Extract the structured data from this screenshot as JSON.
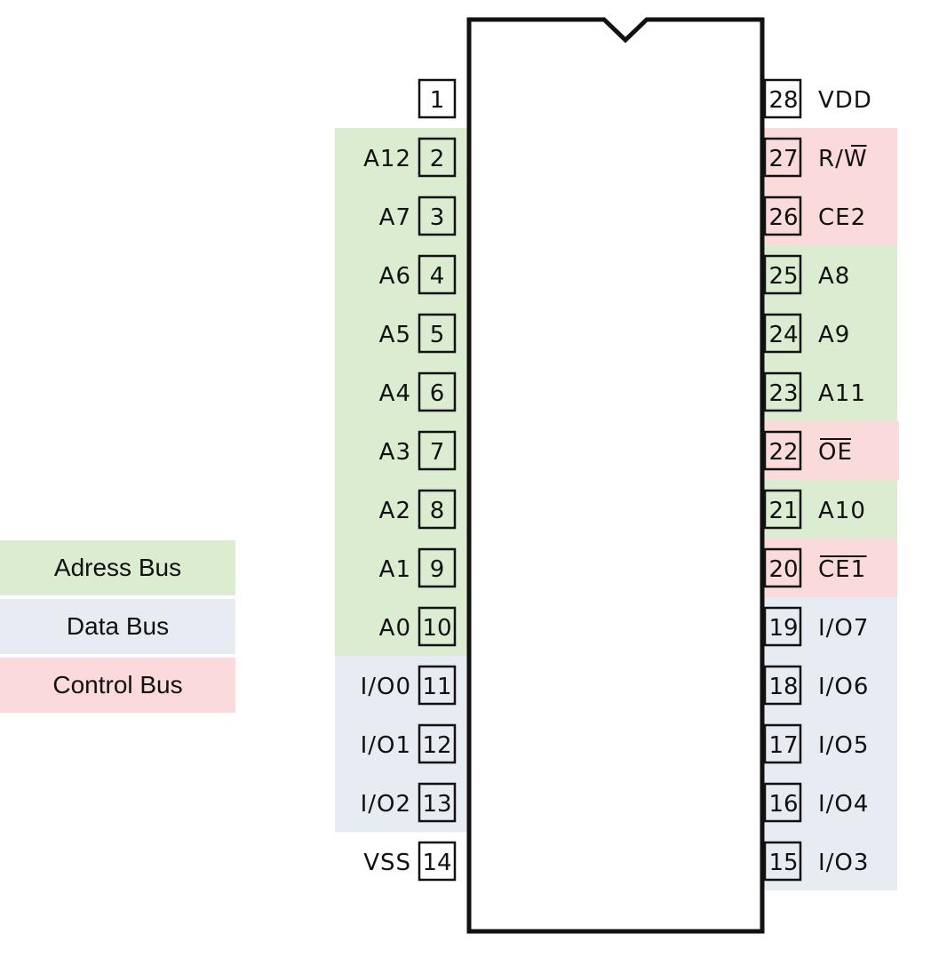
{
  "colors": {
    "address": "#dbecd0",
    "data": "#e7ecf3",
    "control": "#fadada",
    "outline": "#111111"
  },
  "legend": [
    {
      "label": "Adress Bus",
      "bus": "address"
    },
    {
      "label": "Data Bus",
      "bus": "data"
    },
    {
      "label": "Control Bus",
      "bus": "control"
    }
  ],
  "pins_left": [
    {
      "num": "1",
      "label": "",
      "bus": ""
    },
    {
      "num": "2",
      "label": "A12",
      "bus": "address"
    },
    {
      "num": "3",
      "label": "A7",
      "bus": "address"
    },
    {
      "num": "4",
      "label": "A6",
      "bus": "address"
    },
    {
      "num": "5",
      "label": "A5",
      "bus": "address"
    },
    {
      "num": "6",
      "label": "A4",
      "bus": "address"
    },
    {
      "num": "7",
      "label": "A3",
      "bus": "address"
    },
    {
      "num": "8",
      "label": "A2",
      "bus": "address"
    },
    {
      "num": "9",
      "label": "A1",
      "bus": "address"
    },
    {
      "num": "10",
      "label": "A0",
      "bus": "address"
    },
    {
      "num": "11",
      "label": "I/O0",
      "bus": "data"
    },
    {
      "num": "12",
      "label": "I/O1",
      "bus": "data"
    },
    {
      "num": "13",
      "label": "I/O2",
      "bus": "data"
    },
    {
      "num": "14",
      "label": "VSS",
      "bus": ""
    }
  ],
  "pins_right": [
    {
      "num": "28",
      "label": "VDD",
      "bus": ""
    },
    {
      "num": "27",
      "label": "R/W",
      "bus": "control",
      "overline": "W"
    },
    {
      "num": "26",
      "label": "CE2",
      "bus": "control"
    },
    {
      "num": "25",
      "label": "A8",
      "bus": "address"
    },
    {
      "num": "24",
      "label": "A9",
      "bus": "address"
    },
    {
      "num": "23",
      "label": "A11",
      "bus": "address"
    },
    {
      "num": "22",
      "label": "OE",
      "bus": "control",
      "overline": "OE"
    },
    {
      "num": "21",
      "label": "A10",
      "bus": "address"
    },
    {
      "num": "20",
      "label": "CE1",
      "bus": "control",
      "overline": "CE1"
    },
    {
      "num": "19",
      "label": "I/O7",
      "bus": "data"
    },
    {
      "num": "18",
      "label": "I/O6",
      "bus": "data"
    },
    {
      "num": "17",
      "label": "I/O5",
      "bus": "data"
    },
    {
      "num": "16",
      "label": "I/O4",
      "bus": "data"
    },
    {
      "num": "15",
      "label": "I/O3",
      "bus": "data"
    }
  ]
}
